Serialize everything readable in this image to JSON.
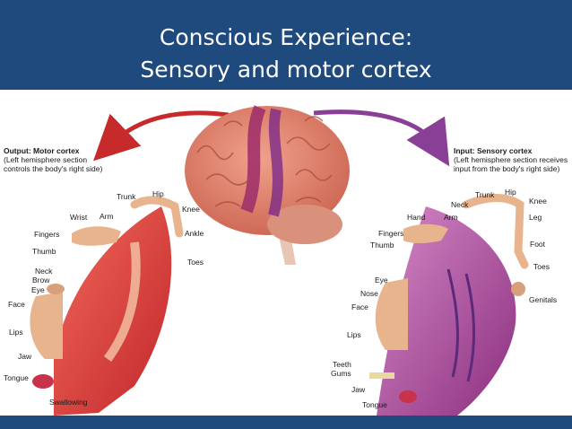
{
  "title": {
    "line1": "Conscious Experience:",
    "line2": "Sensory and motor cortex"
  },
  "motor": {
    "heading": "Output: Motor cortex",
    "desc_line1": "(Left hemisphere section",
    "desc_line2": "controls the body's right side)",
    "labels": {
      "trunk": "Trunk",
      "hip": "Hip",
      "knee": "Knee",
      "wrist": "Wrist",
      "arm": "Arm",
      "fingers": "Fingers",
      "ankle": "Ankle",
      "thumb": "Thumb",
      "toes": "Toes",
      "neck": "Neck",
      "brow": "Brow",
      "eye": "Eye",
      "face": "Face",
      "lips": "Lips",
      "jaw": "Jaw",
      "tongue": "Tongue",
      "swallowing": "Swallowing"
    }
  },
  "sensory": {
    "heading": "Input: Sensory cortex",
    "desc_line1": "(Left hemisphere section receives",
    "desc_line2": "input from the body's right side)",
    "labels": {
      "trunk": "Trunk",
      "hip": "Hip",
      "neck": "Neck",
      "knee": "Knee",
      "hand": "Hand",
      "arm": "Arm",
      "leg": "Leg",
      "fingers": "Fingers",
      "thumb": "Thumb",
      "foot": "Foot",
      "toes": "Toes",
      "eye": "Eye",
      "nose": "Nose",
      "genitals": "Genitals",
      "face": "Face",
      "lips": "Lips",
      "teeth": "Teeth",
      "gums": "Gums",
      "jaw": "Jaw",
      "tongue": "Tongue"
    }
  },
  "colors": {
    "background": "#1f4a7e",
    "motor_red": "#d83a3a",
    "sensory_purple": "#9a3fa0",
    "brain_pink": "#e0836f"
  }
}
